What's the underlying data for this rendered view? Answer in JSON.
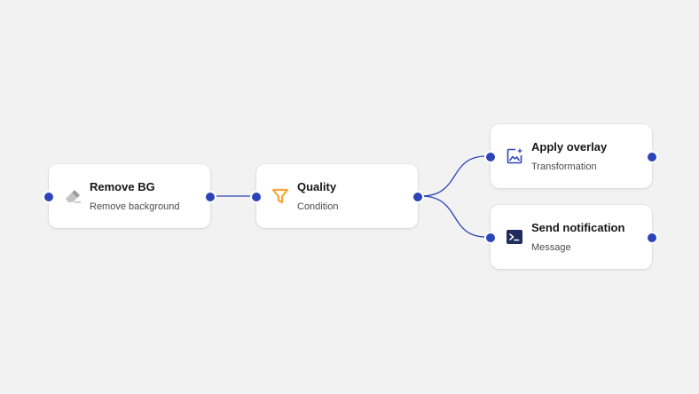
{
  "colors": {
    "background": "#f2f2f2",
    "card": "#ffffff",
    "edge": "#2d44b8",
    "port": "#2d44b8",
    "condition_icon": "#f5a53a",
    "remove_bg_icon": "#b8b8b8",
    "overlay_icon": "#2d44b8",
    "message_icon": "#1f2d5c"
  },
  "nodes": {
    "remove_bg": {
      "title": "Remove BG",
      "subtitle": "Remove background",
      "icon": "eraser-icon"
    },
    "quality": {
      "title": "Quality",
      "subtitle": "Condition",
      "icon": "filter-icon"
    },
    "apply_overlay": {
      "title": "Apply overlay",
      "subtitle": "Transformation",
      "icon": "image-sparkle-icon"
    },
    "send_notification": {
      "title": "Send notification",
      "subtitle": "Message",
      "icon": "terminal-icon"
    }
  },
  "edges": [
    {
      "from": "remove_bg",
      "to": "quality"
    },
    {
      "from": "quality",
      "to": "apply_overlay"
    },
    {
      "from": "quality",
      "to": "send_notification"
    }
  ]
}
